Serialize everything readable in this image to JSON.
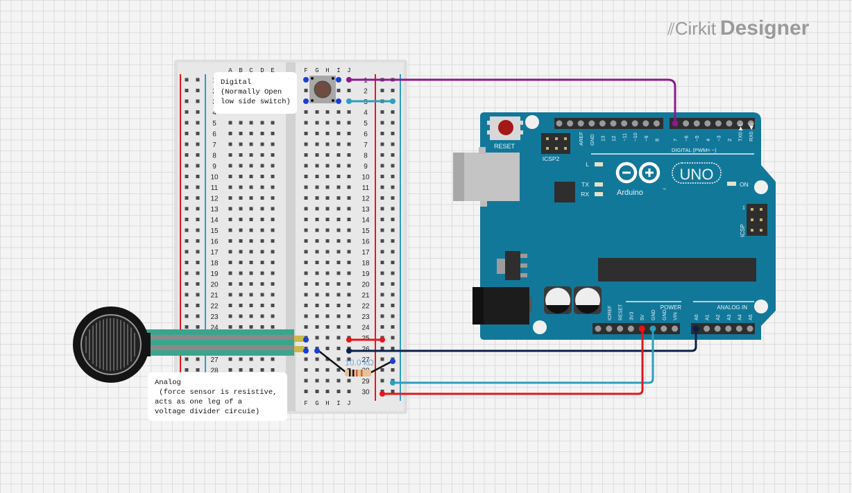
{
  "brand": {
    "name_light": "Cirkit",
    "name_bold": "Designer",
    "icon": "circuit-traces-icon"
  },
  "breadboard": {
    "left_columns": [
      "A",
      "B",
      "C",
      "D",
      "E"
    ],
    "right_columns": [
      "F",
      "G",
      "H",
      "I",
      "J"
    ],
    "rows": [
      "1",
      "2",
      "3",
      "4",
      "5",
      "6",
      "7",
      "8",
      "9",
      "10",
      "11",
      "12",
      "13",
      "14",
      "15",
      "16",
      "17",
      "18",
      "19",
      "20",
      "21",
      "22",
      "23",
      "24",
      "25",
      "26",
      "27",
      "28",
      "29",
      "30"
    ]
  },
  "notes": {
    "digital": "Digital\n(Normally Open\nlow side switch)",
    "analog": "Analog\n (force sensor is resistive,\nacts as one leg of a\nvoltage divider circuie)"
  },
  "resistor": {
    "label": "10.0 kΩ"
  },
  "arduino": {
    "reset_label": "RESET",
    "icsp2_label": "ICSP2",
    "icsp_label": "ICSP",
    "icsp_pin1": "1",
    "brand": "Arduino",
    "model": "UNO",
    "tm": "™",
    "led_l": "L",
    "led_tx": "TX",
    "led_rx": "RX",
    "led_on": "ON",
    "digital_header_label": "DIGITAL (PWM= ~)",
    "digital_pins": [
      "AREF",
      "GND",
      "13",
      "12",
      "~11",
      "~10",
      "~9",
      "8",
      "7",
      "~6",
      "~5",
      "4",
      "~3",
      "2",
      "TX0 ▶1",
      "RX0 ◀0"
    ],
    "power_label": "POWER",
    "analog_label": "ANALOG IN",
    "power_pins": [
      "IOREF",
      "RESET",
      "3V3",
      "5V",
      "GND",
      "GND",
      "VIN"
    ],
    "analog_pins": [
      "A0",
      "A1",
      "A2",
      "A3",
      "A4",
      "A5"
    ]
  },
  "wires": [
    {
      "name": "pin7-to-button",
      "color": "#8b1a8b"
    },
    {
      "name": "button-to-gnd-rail",
      "color": "#2a9fbf"
    },
    {
      "name": "gnd-to-rail",
      "color": "#2a9fbf"
    },
    {
      "name": "5v-to-rail",
      "color": "#e8141b"
    },
    {
      "name": "a0-to-row26",
      "color": "#0a1f4a"
    },
    {
      "name": "rail-to-row25",
      "color": "#e8141b"
    }
  ],
  "colors": {
    "board_blue": "#12789a",
    "breadboard": "#e6e6e6",
    "rail_red": "#e8141b",
    "rail_blue": "#2a9fbf",
    "pin_selected": "#1a3fd6",
    "fsr_teal": "#3aa58c"
  }
}
